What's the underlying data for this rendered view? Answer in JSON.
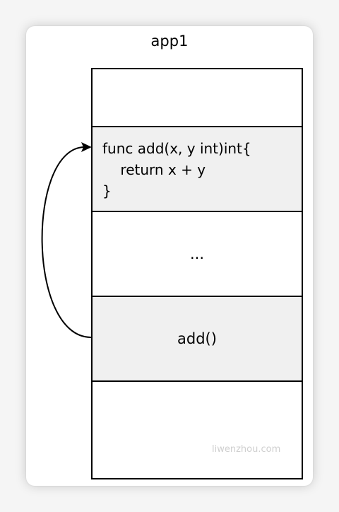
{
  "diagram": {
    "title": "app1",
    "blocks": [
      {
        "id": "empty-top",
        "lines": []
      },
      {
        "id": "func-def",
        "lines": [
          "func add(x, y int)int{",
          "    return x + y",
          "}"
        ]
      },
      {
        "id": "ellipsis",
        "lines": [
          "..."
        ]
      },
      {
        "id": "call",
        "lines": [
          "add()"
        ]
      },
      {
        "id": "empty-bottom",
        "lines": []
      }
    ],
    "watermark": "liwenzhou.com"
  }
}
